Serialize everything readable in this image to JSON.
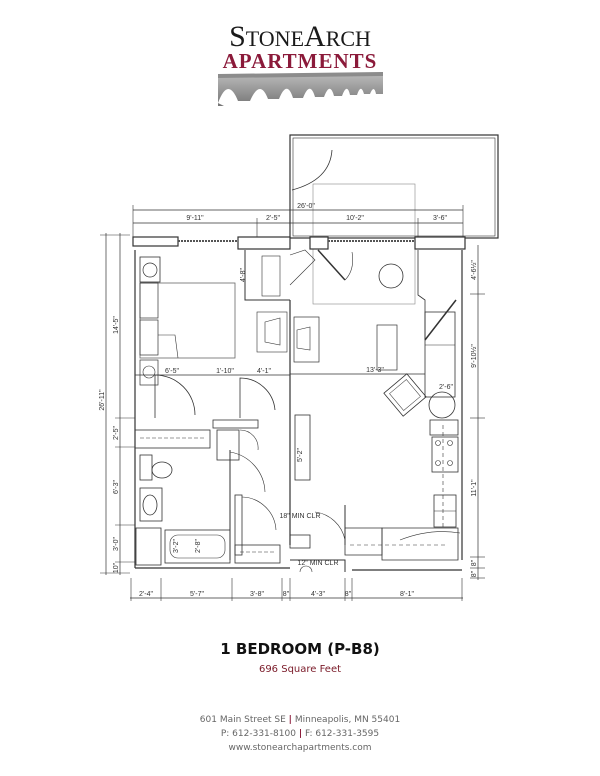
{
  "logo": {
    "line1": "StoneArch",
    "line1_parts": [
      "S",
      "TONE",
      "A",
      "RCH"
    ],
    "line2": "APARTMENTS",
    "colors": {
      "line1": "#1a1a1a",
      "line2": "#8b1a3a",
      "arches": "#9a9a9a"
    }
  },
  "floorplan": {
    "top_dimensions": {
      "overall": "26'-0\"",
      "segments": [
        "9'-11\"",
        "2'-5\"",
        "10'-2\"",
        "3'-6\""
      ]
    },
    "left_dimensions": {
      "overall": "26'-11\"",
      "segments": [
        "14'-5\"",
        "2'-5\"",
        "6'-3\"",
        "3'-0\"",
        "10\""
      ]
    },
    "right_dimensions": {
      "segments": [
        "4'-6½\"",
        "9'-10½\"",
        "11'-1\"",
        "8\"",
        "8\""
      ]
    },
    "bottom_dimensions": {
      "segments": [
        "2'-4\"",
        "5'-7\"",
        "3'-8\"",
        "8\"",
        "4'-3\"",
        "8\"",
        "8'-1\""
      ]
    },
    "interior_labels": {
      "closet_depth": "4'-8\"",
      "bedroom_width": "6'-5\"",
      "hall_width": "1'-10\"",
      "closet_width": "4'-1\"",
      "living_width": "13'-3\"",
      "chair_dim": "2'-6\"",
      "hall_length": "5'-2\"",
      "tub_dim_1": "3'-2\"",
      "tub_dim_2": "2'-8\"",
      "clearance_1": "18\" MIN CLR",
      "clearance_2": "12\" MIN CLR"
    }
  },
  "unit": {
    "title": "1 BEDROOM (P-B8)",
    "area": "696 Square Feet"
  },
  "contact": {
    "address_street": "601 Main Street SE",
    "address_city": "Minneapolis, MN 55401",
    "phone": "P: 612-331-8100",
    "fax": "F: 612-331-3595",
    "website": "www.stonearchapartments.com",
    "separator": "|"
  }
}
